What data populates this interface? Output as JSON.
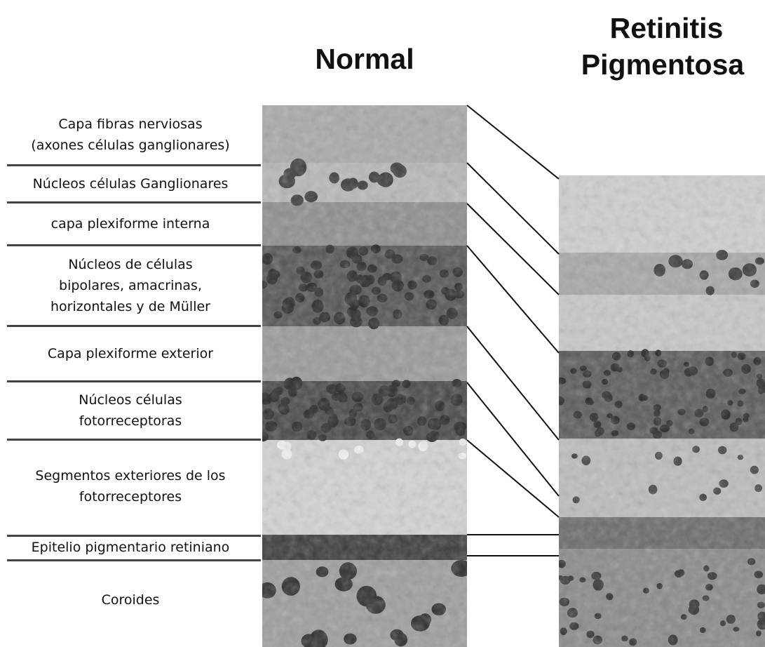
{
  "headings": {
    "normal": "Normal",
    "rp_line1": "Retinitis",
    "rp_line2": "Pigmentosa"
  },
  "layers": [
    {
      "line1": "Capa fibras nerviosas",
      "line2": "(axones células ganglionares)",
      "line3": ""
    },
    {
      "line1": "Núcleos células Ganglionares",
      "line2": "",
      "line3": ""
    },
    {
      "line1": "capa plexiforme interna",
      "line2": "",
      "line3": ""
    },
    {
      "line1": "Núcleos de células",
      "line2": "bipolares, amacrinas,",
      "line3": "horizontales y de Müller"
    },
    {
      "line1": "Capa plexiforme exterior",
      "line2": "",
      "line3": ""
    },
    {
      "line1": "Núcleos células",
      "line2": "fotorreceptoras",
      "line3": ""
    },
    {
      "line1": "Segmentos exteriores de los",
      "line2": "fotorreceptores",
      "line3": ""
    },
    {
      "line1": "Epitelio pigmentario retiniano",
      "line2": "",
      "line3": ""
    },
    {
      "line1": "Coroides",
      "line2": "",
      "line3": ""
    }
  ],
  "colors": {
    "text": "#111111",
    "separator": "#444444",
    "tissue_light": "#d9d9d9",
    "tissue_dark": "#2a2a2a"
  }
}
